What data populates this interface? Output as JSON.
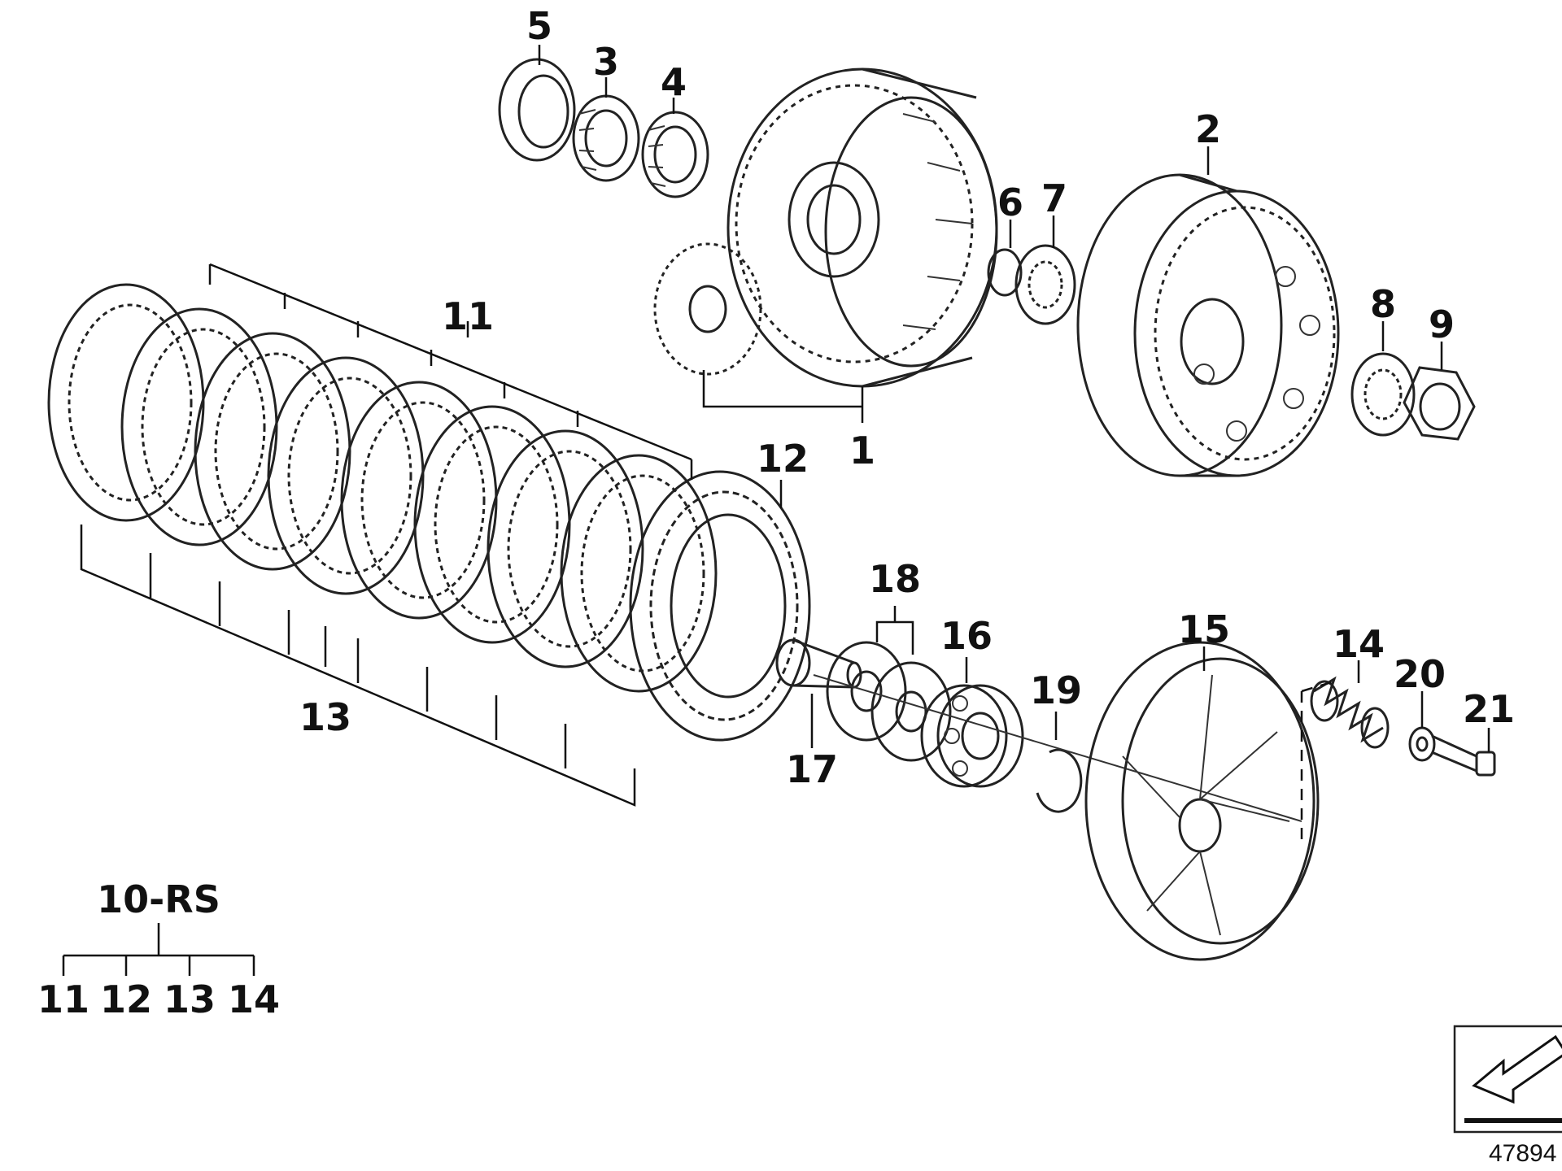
{
  "diagram": {
    "callouts": {
      "c1": "1",
      "c2": "2",
      "c3": "3",
      "c4": "4",
      "c5": "5",
      "c6": "6",
      "c7": "7",
      "c8": "8",
      "c9": "9",
      "c11": "11",
      "c12": "12",
      "c13": "13",
      "c14": "14",
      "c15": "15",
      "c16": "16",
      "c17": "17",
      "c18": "18",
      "c19": "19",
      "c20": "20",
      "c21": "21"
    },
    "kit": {
      "label": "10-RS",
      "items": [
        "11",
        "12",
        "13",
        "14"
      ]
    },
    "reference_number": "47894"
  }
}
